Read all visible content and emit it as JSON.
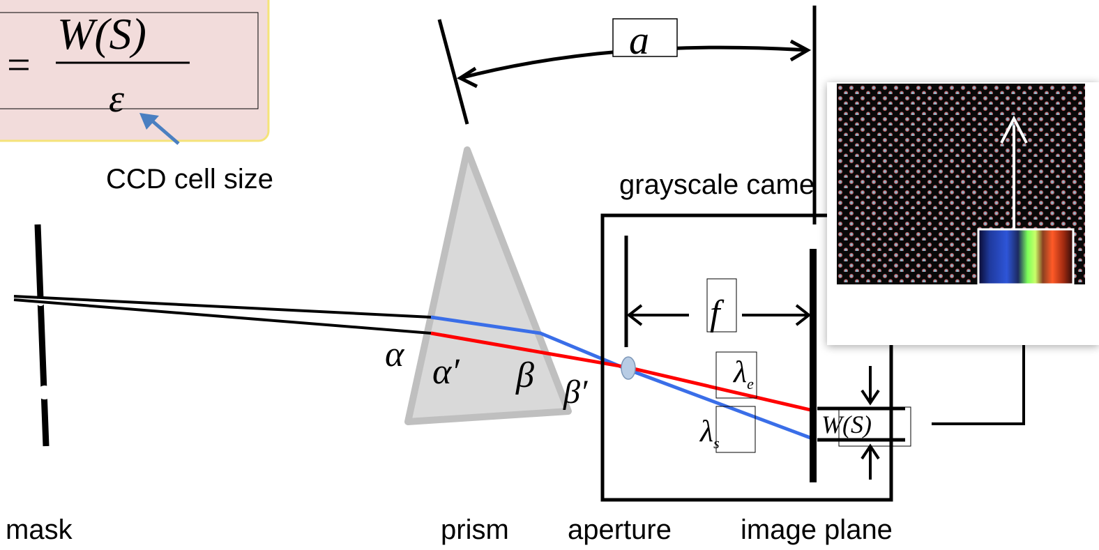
{
  "formula": {
    "equals": "=",
    "numerator": "W(S)",
    "denominator": "ε",
    "annotation": "CCD cell size"
  },
  "symbols": {
    "angle_a": "a",
    "focal": "f",
    "lambda_e": "λe",
    "lambda_e_base": "λ",
    "lambda_e_sub": "e",
    "lambda_s": "λs",
    "lambda_s_base": "λ",
    "lambda_s_sub": "s",
    "alpha": "α",
    "alpha_prime": "α′",
    "beta": "β",
    "beta_prime": "β′",
    "width": "W(S)"
  },
  "labels": {
    "mask": "mask",
    "prism": "prism",
    "aperture": "aperture",
    "image_plane": "image plane",
    "camera": "grayscale came"
  },
  "colors": {
    "ray_red": "#ff0000",
    "ray_blue": "#3a6ee8",
    "prism_fill": "#d9d9d9",
    "prism_stroke": "#bfbfbf",
    "formula_bg": "#f2dcdb",
    "formula_border": "#f5e37a",
    "annotation_arrow": "#4a7fc1",
    "aperture_lens": "#b8cce4"
  }
}
